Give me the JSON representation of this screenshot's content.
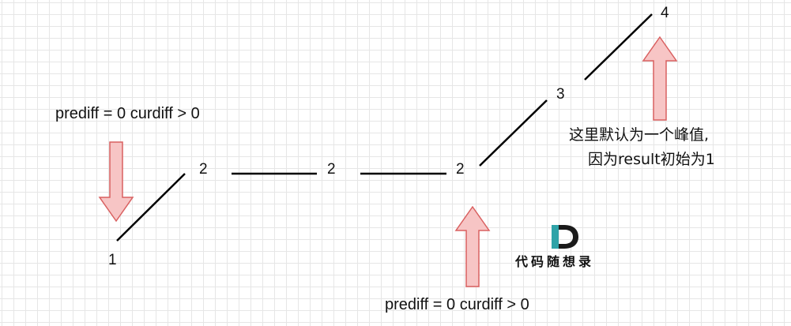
{
  "diagram": {
    "node_labels": [
      "1",
      "2",
      "2",
      "2",
      "3",
      "4"
    ],
    "annotation_left": "prediff = 0 curdiff > 0",
    "annotation_bottom": "prediff = 0 curdiff > 0",
    "note_line1": "这里默认为一个峰值,",
    "note_line2": "因为result初始为1",
    "logo_text": "代码随想录",
    "colors": {
      "arrow_fill": "#f7c5c5",
      "arrow_stroke": "#d96060",
      "logo_teal": "#2fa3a8",
      "logo_dark": "#1a1a1a",
      "line": "#000000"
    }
  }
}
